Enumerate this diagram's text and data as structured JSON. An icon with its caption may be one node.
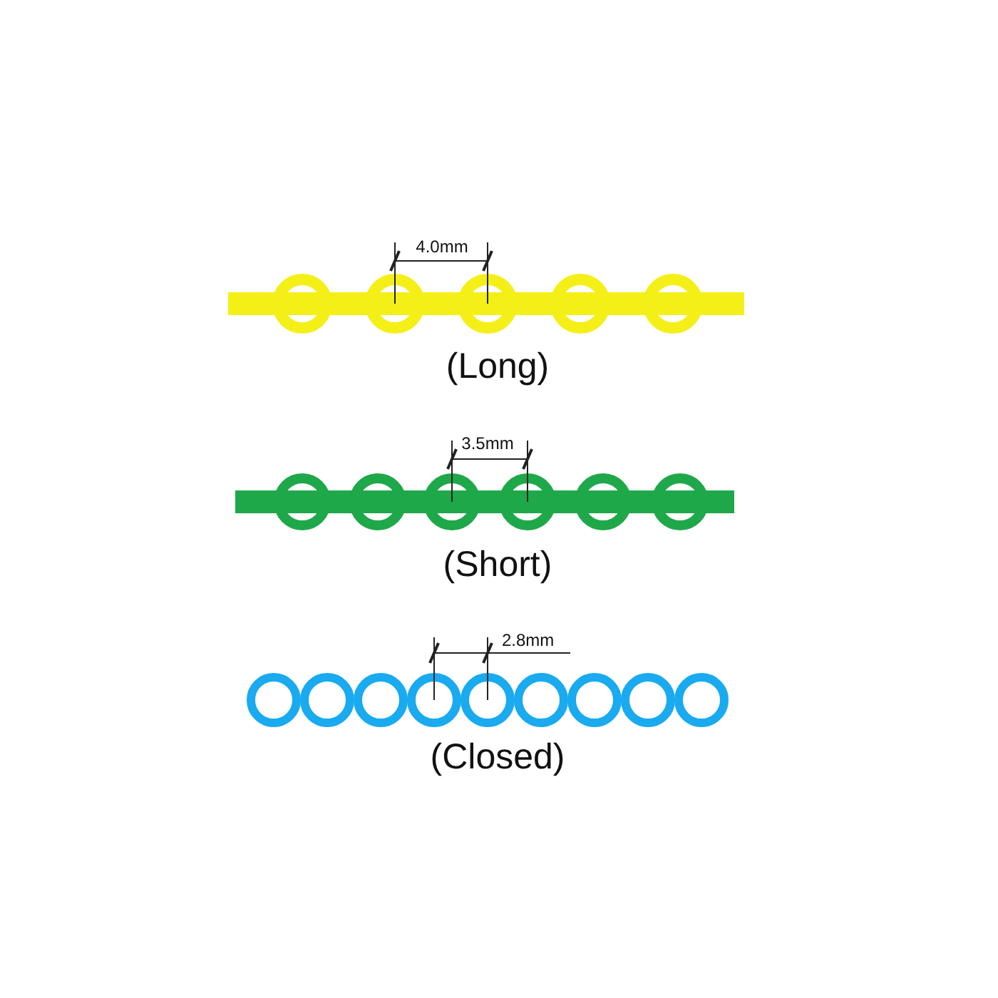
{
  "diagram": {
    "labels": [
      "4.0mm",
      "(Long)",
      "3.5mm",
      "(Short)",
      "2.8mm",
      "(Closed)"
    ]
  }
}
